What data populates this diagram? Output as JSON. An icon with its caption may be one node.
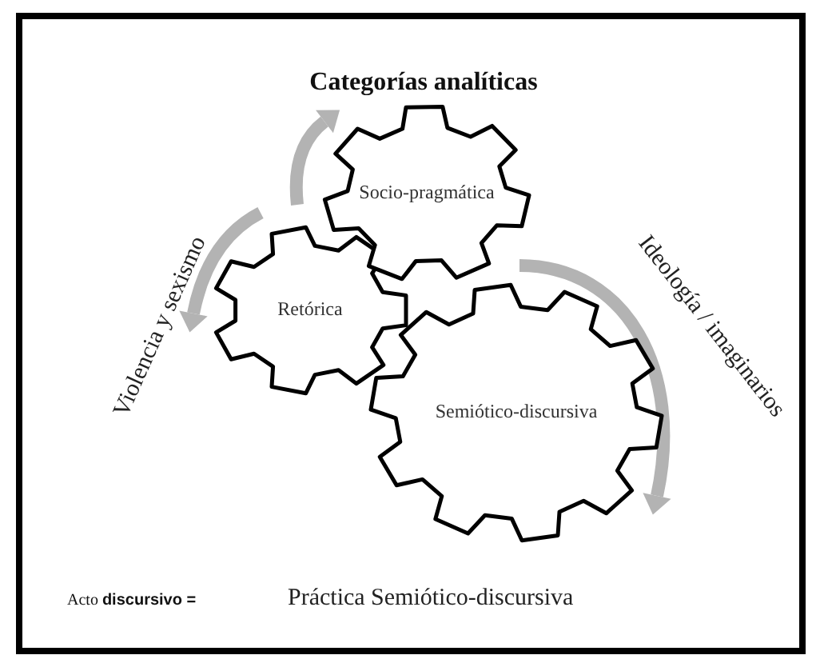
{
  "diagram": {
    "title": "Categorías analíticas",
    "nodes": [
      {
        "text": [
          "Socio-pragmática"
        ]
      },
      {
        "text": [
          "Retórica"
        ]
      },
      {
        "text": [
          "Semiótico-discursiva"
        ]
      }
    ],
    "labels": [
      "Violencia y sexismo",
      "Ideología / imaginarios",
      "Acto **discursivo =**",
      "Práctica Semiótico-discursiva"
    ]
  }
}
